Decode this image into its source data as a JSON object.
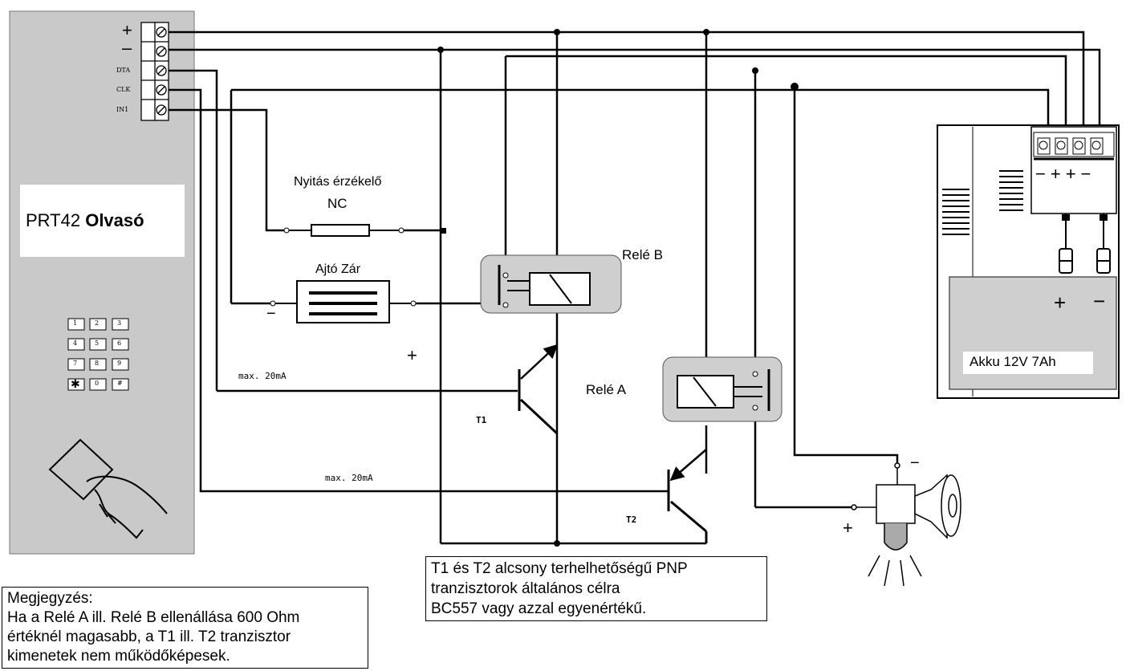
{
  "reader": {
    "model": "PRT42",
    "type": "Olvasó",
    "terminals": [
      "+",
      "–",
      "DTA",
      "CLK",
      "IN1"
    ],
    "keypad": [
      "1",
      "2",
      "3",
      "4",
      "5",
      "6",
      "7",
      "8",
      "9",
      "✱",
      "0",
      "#"
    ]
  },
  "components": {
    "sensor_title": "Nyitás érzékelő",
    "sensor_type": "NC",
    "lock": "Ajtó Zár",
    "lock_minus": "−",
    "lock_plus": "+",
    "relay_b": "Relé B",
    "relay_a": "Relé A",
    "t1": "T1",
    "t2": "T2",
    "current_1": "max. 20mA",
    "current_2": "max. 20mA",
    "siren_minus": "−",
    "siren_plus": "+"
  },
  "power": {
    "terminal_labels": "−++−",
    "battery_plus": "+",
    "battery_minus": "−",
    "battery_label": "Akku 12V 7Ah"
  },
  "notes": {
    "transistor_note": "T1 és T2 alcsony terhelhetőségű PNP\ntranzisztorok általános célra\nBC557 vagy azzal egyenértékű.",
    "remark": "Megjegyzés:\nHa a Relé A ill. Relé B ellenállása 600 Ohm\nértéknél magasabb, a T1 ill. T2 tranzisztor\nkimenetek nem működőképesek."
  }
}
